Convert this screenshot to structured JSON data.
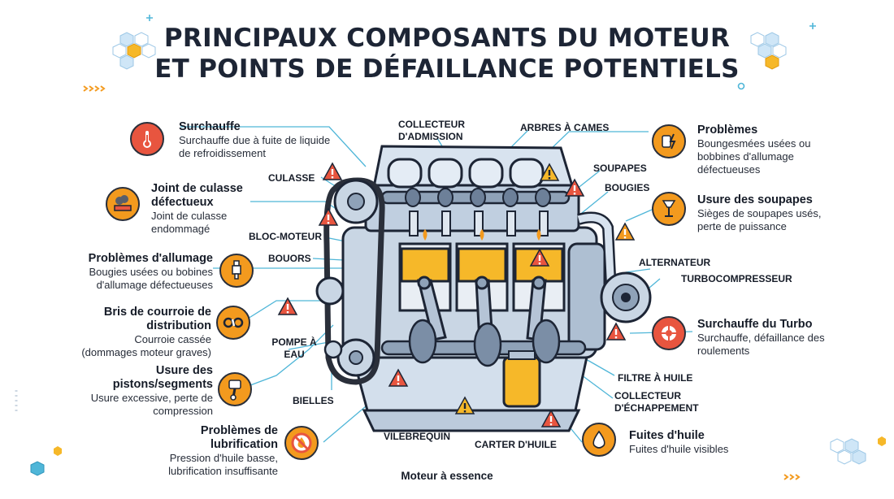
{
  "title": {
    "line1": "PRINCIPAUX COMPOSANTS DU MOTEUR",
    "line2": "ET POINTS DE DÉFAILLANCE POTENTIELS"
  },
  "caption": "Moteur à essence",
  "components": {
    "collecteur_admission": "COLLECTEUR D'ADMISSION",
    "arbres_a_cames": "ARBRES À CAMES",
    "culasse": "CULASSE",
    "soupapes": "SOUPAPES",
    "bougies": "BOUGIES",
    "bloc_moteur": "BLOC-MOTEUR",
    "bouors": "BOUORS",
    "alternateur": "ALTERNATEUR",
    "turbocompresseur": "TURBOCOMPRESSEUR",
    "pompe_a_eau": "POMPE À EAU",
    "bielles": "BIELLES",
    "filtre_a_huile": "FILTRE À HUILE",
    "collecteur_echappement": "COLLECTEUR D'ÉCHAPPEMENT",
    "vilebrequin": "VILEBREQUIN",
    "carter_huile": "CARTER D'HUILE"
  },
  "issues_left": [
    {
      "title": "Surchauffe",
      "desc": "Surchauffe due à fuite de liquide de refroidissement",
      "icon": "thermometer-icon"
    },
    {
      "title": "Joint de culasse défectueux",
      "desc": "Joint de culasse endommagé",
      "icon": "gasket-smoke-icon"
    },
    {
      "title": "Problèmes d'allumage",
      "desc": "Bougies usées ou bobines d'allumage défectueuses",
      "icon": "spark-plug-icon"
    },
    {
      "title": "Bris de courroie de distribution",
      "desc": "Courroie cassée (dommages moteur graves)",
      "icon": "broken-belt-icon"
    },
    {
      "title": "Usure des pistons/segments",
      "desc": "Usure excessive, perte de compression",
      "icon": "piston-icon"
    },
    {
      "title": "Problèmes de lubrification",
      "desc": "Pression d'huile basse, lubrification insuffisante",
      "icon": "no-oil-icon"
    }
  ],
  "issues_right": [
    {
      "title": "Problèmes",
      "desc": "Boungesmées usées ou bobbines d'allumage défectueuses",
      "icon": "ignition-coil-icon"
    },
    {
      "title": "Usure des soupapes",
      "desc": "Sièges de soupapes usés, perte de puissance",
      "icon": "valve-icon"
    },
    {
      "title": "Surchauffe du Turbo",
      "desc": "Surchauffe, défaillance des roulements",
      "icon": "turbo-icon"
    },
    {
      "title": "Fuites d'huile",
      "desc": "Fuites d'huile visibles",
      "icon": "oil-drop-icon"
    }
  ],
  "colors": {
    "orange": "#f39a1e",
    "red": "#e8553f",
    "leader": "#4fb6d8",
    "metal": "#c9d6e4",
    "piston_yellow": "#f6b829",
    "dark": "#1d2535"
  }
}
